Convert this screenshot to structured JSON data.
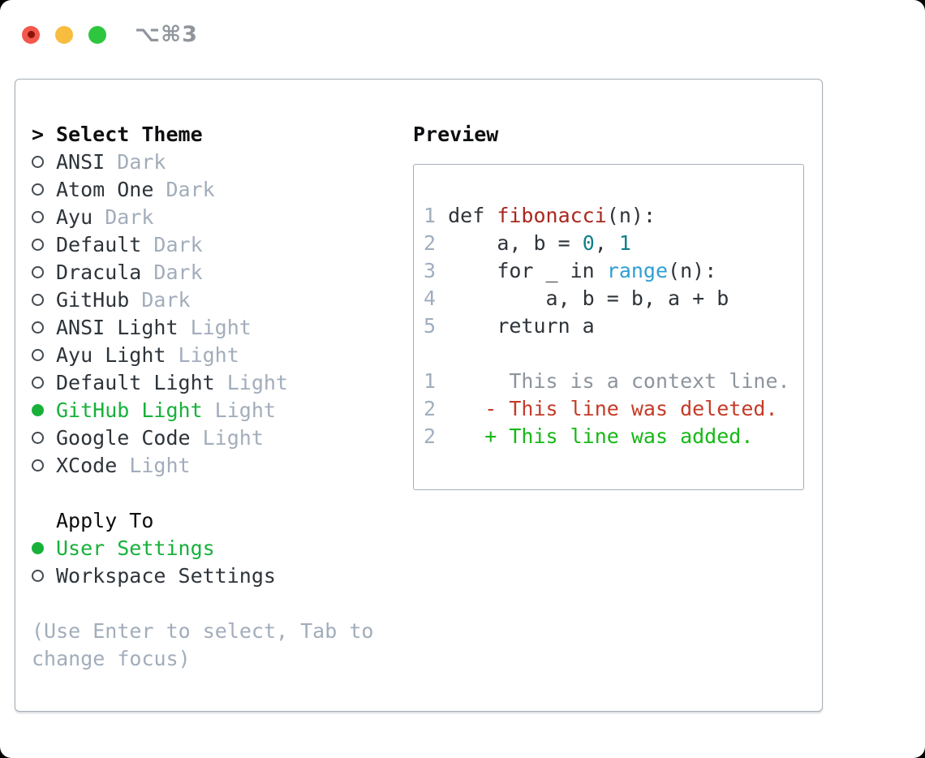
{
  "window": {
    "title": "⌥⌘3"
  },
  "titlebar_icons": [
    "close-icon",
    "minimize-icon",
    "zoom-icon"
  ],
  "theme_picker": {
    "prompt": ">",
    "header": "Select Theme",
    "items": [
      {
        "name": "ANSI",
        "variant": "Dark",
        "selected": false
      },
      {
        "name": "Atom One",
        "variant": "Dark",
        "selected": false
      },
      {
        "name": "Ayu",
        "variant": "Dark",
        "selected": false
      },
      {
        "name": "Default",
        "variant": "Dark",
        "selected": false
      },
      {
        "name": "Dracula",
        "variant": "Dark",
        "selected": false
      },
      {
        "name": "GitHub",
        "variant": "Dark",
        "selected": false
      },
      {
        "name": "ANSI Light",
        "variant": "Light",
        "selected": false
      },
      {
        "name": "Ayu Light",
        "variant": "Light",
        "selected": false
      },
      {
        "name": "Default Light",
        "variant": "Light",
        "selected": false
      },
      {
        "name": "GitHub Light",
        "variant": "Light",
        "selected": true
      },
      {
        "name": "Google Code",
        "variant": "Light",
        "selected": false
      },
      {
        "name": "XCode",
        "variant": "Light",
        "selected": false
      }
    ],
    "apply_to": {
      "header": "Apply To",
      "options": [
        {
          "label": "User Settings",
          "selected": true
        },
        {
          "label": "Workspace Settings",
          "selected": false
        }
      ]
    },
    "hint_lines": [
      "(Use Enter to select, Tab to",
      "change focus)"
    ]
  },
  "preview": {
    "header": "Preview",
    "code_lines": [
      [
        {
          "text": "1 ",
          "type": "lineno"
        },
        {
          "text": "def ",
          "type": "code"
        },
        {
          "text": "fibonacci",
          "type": "func"
        },
        {
          "text": "(n):",
          "type": "code"
        }
      ],
      [
        {
          "text": "2 ",
          "type": "lineno"
        },
        {
          "text": "    a, b = ",
          "type": "code"
        },
        {
          "text": "0",
          "type": "num"
        },
        {
          "text": ", ",
          "type": "code"
        },
        {
          "text": "1",
          "type": "num"
        }
      ],
      [
        {
          "text": "3 ",
          "type": "lineno"
        },
        {
          "text": "    for _ in ",
          "type": "code"
        },
        {
          "text": "range",
          "type": "builtin"
        },
        {
          "text": "(n):",
          "type": "code"
        }
      ],
      [
        {
          "text": "4 ",
          "type": "lineno"
        },
        {
          "text": "        a, b = b, a + b",
          "type": "code"
        }
      ],
      [
        {
          "text": "5 ",
          "type": "lineno"
        },
        {
          "text": "    return a",
          "type": "code"
        }
      ],
      [],
      [
        {
          "text": "1 ",
          "type": "lineno"
        },
        {
          "text": "     This is a context line.",
          "type": "context"
        }
      ],
      [
        {
          "text": "2 ",
          "type": "lineno"
        },
        {
          "text": "   - This line was deleted.",
          "type": "del"
        }
      ],
      [
        {
          "text": "2 ",
          "type": "lineno"
        },
        {
          "text": "   + This line was added.",
          "type": "add"
        }
      ]
    ]
  },
  "colors": {
    "accent_green": "#17b13a",
    "added_green": "#17b817",
    "deleted_red": "#c53b27",
    "function_red": "#a8281e",
    "number_teal": "#10808c",
    "builtin_blue": "#2e9fd6",
    "context_gray": "#8d949c",
    "lineno_gray": "#a0aebf",
    "muted_gray": "#a2adbb",
    "text_dark": "#2e343a",
    "header_black": "#0d0e10",
    "border_gray": "#a6aeb6",
    "traffic_red": "#f4574c",
    "traffic_red_dot": "#8c150a",
    "traffic_yellow": "#f8bd3f",
    "traffic_green": "#2fc63f"
  }
}
